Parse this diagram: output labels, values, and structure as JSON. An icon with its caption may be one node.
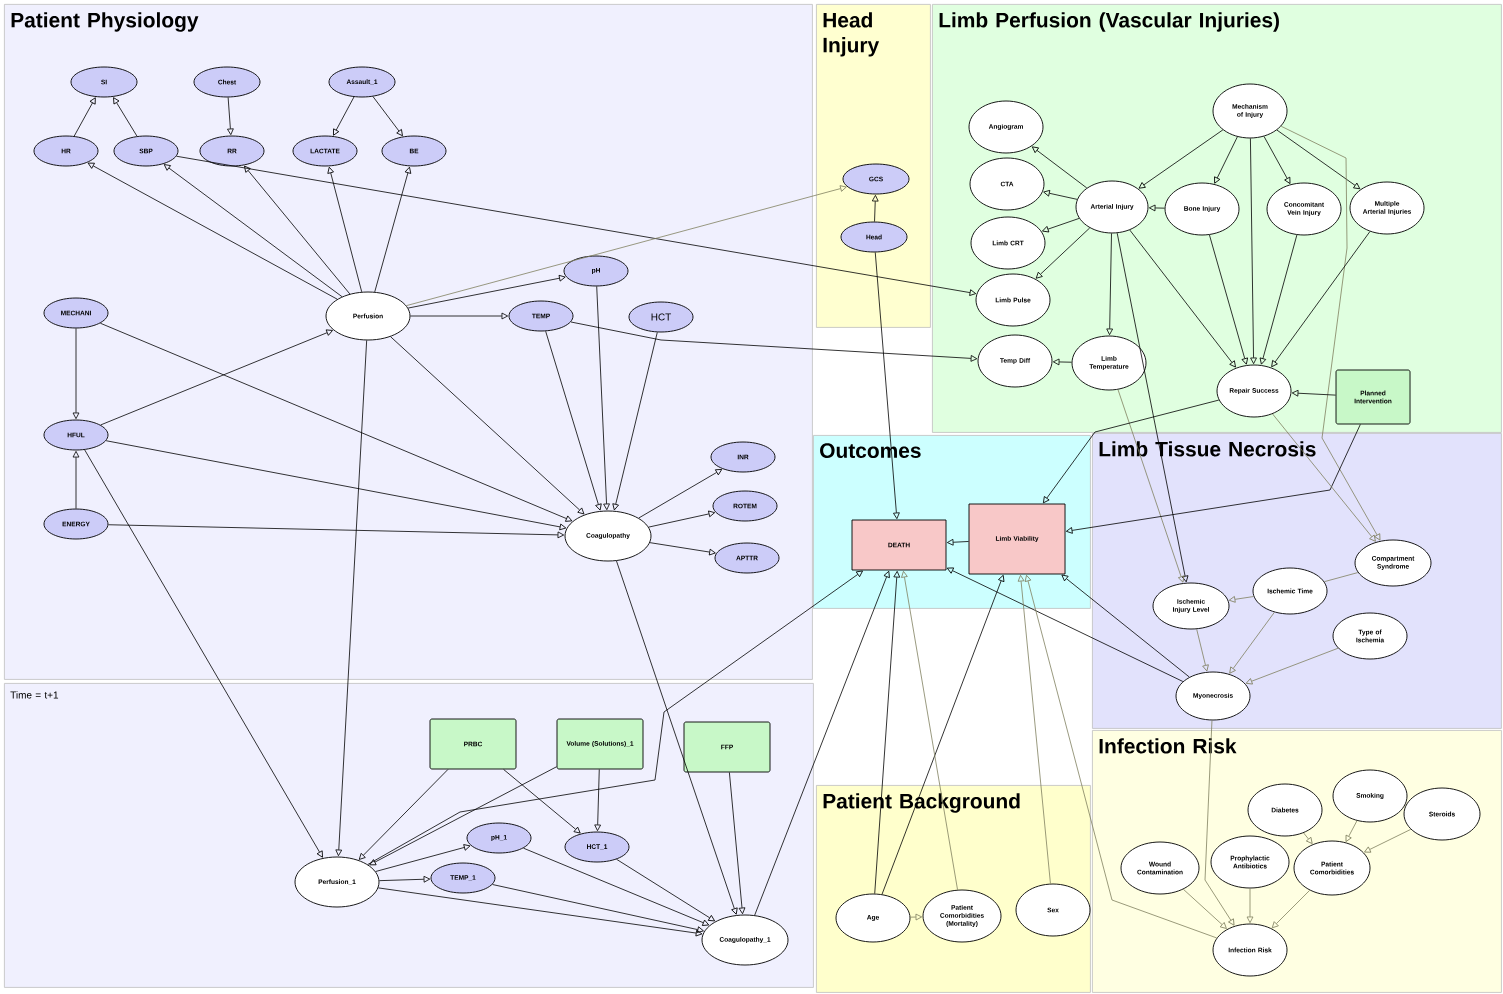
{
  "diagram": {
    "nodes": [
      {
        "text": [
          "Patient Physiology"
        ]
      },
      {
        "text": [
          "Head Injury"
        ]
      },
      {
        "text": [
          "Limb Perfusion (Vascular Injuries)"
        ]
      },
      {
        "text": [
          "Outcomes"
        ]
      },
      {
        "text": [
          "Limb Tissue Necrosis"
        ]
      },
      {
        "text": [
          "Time = t+1"
        ]
      },
      {
        "text": [
          "Patient Background"
        ]
      },
      {
        "text": [
          "Infection Risk"
        ]
      },
      {
        "text": [
          "SI"
        ],
        "in": 0
      },
      {
        "text": [
          "Chest"
        ],
        "in": 0
      },
      {
        "text": [
          "Assault_1"
        ],
        "in": 0
      },
      {
        "text": [
          "HR"
        ],
        "in": 0
      },
      {
        "text": [
          "SBP"
        ],
        "in": 0
      },
      {
        "text": [
          "RR"
        ],
        "in": 0
      },
      {
        "text": [
          "LACTATE"
        ],
        "in": 0
      },
      {
        "text": [
          "BE"
        ],
        "in": 0
      },
      {
        "text": [
          "pH"
        ],
        "in": 0
      },
      {
        "text": [
          "MECHANI"
        ],
        "in": 0
      },
      {
        "text": [
          "Perfusion"
        ],
        "in": 0
      },
      {
        "text": [
          "TEMP"
        ],
        "in": 0
      },
      {
        "text": [
          "HCT"
        ],
        "in": 0
      },
      {
        "text": [
          "HFUL"
        ],
        "in": 0
      },
      {
        "text": [
          "INR"
        ],
        "in": 0
      },
      {
        "text": [
          "ROTEM"
        ],
        "in": 0
      },
      {
        "text": [
          "ENERGY"
        ],
        "in": 0
      },
      {
        "text": [
          "Coagulopathy"
        ],
        "in": 0
      },
      {
        "text": [
          "APTTR"
        ],
        "in": 0
      },
      {
        "text": [
          "GCS"
        ],
        "in": 1
      },
      {
        "text": [
          "Head"
        ],
        "in": 1
      },
      {
        "text": [
          "Mechanism of Injury"
        ],
        "in": 2
      },
      {
        "text": [
          "Angiogram"
        ],
        "in": 2
      },
      {
        "text": [
          "CTA"
        ],
        "in": 2
      },
      {
        "text": [
          "Arterial Injury"
        ],
        "in": 2
      },
      {
        "text": [
          "Bone Injury"
        ],
        "in": 2
      },
      {
        "text": [
          "Concomitant Vein Injury"
        ],
        "in": 2
      },
      {
        "text": [
          "Multiple Arterial Injuries"
        ],
        "in": 2
      },
      {
        "text": [
          "Limb CRT"
        ],
        "in": 2
      },
      {
        "text": [
          "Limb Pulse"
        ],
        "in": 2
      },
      {
        "text": [
          "Temp Diff"
        ],
        "in": 2
      },
      {
        "text": [
          "Limb Temperature"
        ],
        "in": 2
      },
      {
        "text": [
          "Repair Success"
        ],
        "in": 2
      },
      {
        "text": [
          "Planned Intervention"
        ],
        "in": 2
      },
      {
        "text": [
          "DEATH"
        ],
        "in": 3
      },
      {
        "text": [
          "Limb Viability"
        ],
        "in": 3
      },
      {
        "text": [
          "Compartment Syndrome"
        ],
        "in": 4
      },
      {
        "text": [
          "Ischemic Time"
        ],
        "in": 4
      },
      {
        "text": [
          "Ischemic Injury Level"
        ],
        "in": 4
      },
      {
        "text": [
          "Type of Ischemia"
        ],
        "in": 4
      },
      {
        "text": [
          "Myonecrosis"
        ],
        "in": 4
      },
      {
        "text": [
          "PRBC"
        ],
        "in": 5
      },
      {
        "text": [
          "Volume (Solutions)_1"
        ],
        "in": 5
      },
      {
        "text": [
          "FFP"
        ],
        "in": 5
      },
      {
        "text": [
          "pH_1"
        ],
        "in": 5
      },
      {
        "text": [
          "HCT_1"
        ],
        "in": 5
      },
      {
        "text": [
          "Perfusion_1"
        ],
        "in": 5
      },
      {
        "text": [
          "TEMP_1"
        ],
        "in": 5
      },
      {
        "text": [
          "Coagulopathy_1"
        ],
        "in": 5
      },
      {
        "text": [
          "Age"
        ],
        "in": 6
      },
      {
        "text": [
          "Patient Comorbidities (Mortality)"
        ],
        "in": 6
      },
      {
        "text": [
          "Sex"
        ],
        "in": 6
      },
      {
        "text": [
          "Smoking"
        ],
        "in": 7
      },
      {
        "text": [
          "Diabetes"
        ],
        "in": 7
      },
      {
        "text": [
          "Steroids"
        ],
        "in": 7
      },
      {
        "text": [
          "Wound Contamination"
        ],
        "in": 7
      },
      {
        "text": [
          "Prophylactic Antibiotics"
        ],
        "in": 7
      },
      {
        "text": [
          "Patient Comorbidities"
        ],
        "in": 7
      },
      {
        "text": [
          "Infection Risk"
        ],
        "in": 7
      }
    ],
    "edges": [
      {
        "from": 11,
        "to": 8,
        "arrow": "to"
      },
      {
        "from": 12,
        "to": 8,
        "arrow": "to"
      },
      {
        "from": 9,
        "to": 13,
        "arrow": "to"
      },
      {
        "from": 10,
        "to": 14,
        "arrow": "to"
      },
      {
        "from": 10,
        "to": 15,
        "arrow": "to"
      },
      {
        "from": 18,
        "to": 11,
        "arrow": "to"
      },
      {
        "from": 18,
        "to": 12,
        "arrow": "to"
      },
      {
        "from": 18,
        "to": 13,
        "arrow": "to"
      },
      {
        "from": 18,
        "to": 14,
        "arrow": "to"
      },
      {
        "from": 18,
        "to": 15,
        "arrow": "to"
      },
      {
        "from": 12,
        "to": 37,
        "arrow": "to"
      },
      {
        "from": 18,
        "to": 16,
        "arrow": "to"
      },
      {
        "from": 18,
        "to": 27,
        "arrow": "to",
        "color": "#808060"
      },
      {
        "from": 18,
        "to": 19,
        "arrow": "to"
      },
      {
        "from": 19,
        "to": 38,
        "arrow": "to"
      },
      {
        "from": 17,
        "to": 21,
        "arrow": "to"
      },
      {
        "from": 24,
        "to": 21,
        "arrow": "to"
      },
      {
        "from": 21,
        "to": 18,
        "arrow": "to"
      },
      {
        "from": 17,
        "to": 25,
        "arrow": "to"
      },
      {
        "from": 21,
        "to": 25,
        "arrow": "to"
      },
      {
        "from": 24,
        "to": 25,
        "arrow": "to"
      },
      {
        "from": 18,
        "to": 25,
        "arrow": "to"
      },
      {
        "from": 19,
        "to": 25,
        "arrow": "to"
      },
      {
        "from": 16,
        "to": 25,
        "arrow": "to"
      },
      {
        "from": 20,
        "to": 25,
        "arrow": "to"
      },
      {
        "from": 25,
        "to": 22,
        "arrow": "to"
      },
      {
        "from": 25,
        "to": 23,
        "arrow": "to"
      },
      {
        "from": 25,
        "to": 26,
        "arrow": "to"
      },
      {
        "from": 21,
        "to": 54,
        "arrow": "to"
      },
      {
        "from": 18,
        "to": 54,
        "arrow": "to"
      },
      {
        "from": 25,
        "to": 56,
        "arrow": "to"
      },
      {
        "from": 28,
        "to": 27,
        "arrow": "to"
      },
      {
        "from": 28,
        "to": 42,
        "arrow": "to"
      },
      {
        "from": 50,
        "to": 54,
        "arrow": "to"
      },
      {
        "from": 54,
        "to": 42,
        "arrow": "to"
      },
      {
        "from": 49,
        "to": 54,
        "arrow": "to"
      },
      {
        "from": 49,
        "to": 53,
        "arrow": "to"
      },
      {
        "from": 50,
        "to": 53,
        "arrow": "to"
      },
      {
        "from": 51,
        "to": 56,
        "arrow": "to"
      },
      {
        "from": 54,
        "to": 52,
        "arrow": "to"
      },
      {
        "from": 54,
        "to": 55,
        "arrow": "to"
      },
      {
        "from": 54,
        "to": 56,
        "arrow": "to"
      },
      {
        "from": 52,
        "to": 56,
        "arrow": "to"
      },
      {
        "from": 55,
        "to": 56,
        "arrow": "to"
      },
      {
        "from": 53,
        "to": 56,
        "arrow": "to"
      },
      {
        "from": 56,
        "to": 42,
        "arrow": "to"
      },
      {
        "from": 29,
        "to": 32,
        "arrow": "to"
      },
      {
        "from": 29,
        "to": 33,
        "arrow": "to"
      },
      {
        "from": 29,
        "to": 34,
        "arrow": "to"
      },
      {
        "from": 29,
        "to": 35,
        "arrow": "to"
      },
      {
        "from": 29,
        "to": 40,
        "arrow": "to"
      },
      {
        "from": 29,
        "to": 44,
        "arrow": "to",
        "color": "#808060"
      },
      {
        "from": 32,
        "to": 30,
        "arrow": "to"
      },
      {
        "from": 32,
        "to": 31,
        "arrow": "to"
      },
      {
        "from": 32,
        "to": 36,
        "arrow": "to"
      },
      {
        "from": 32,
        "to": 37,
        "arrow": "to"
      },
      {
        "from": 32,
        "to": 39,
        "arrow": "to"
      },
      {
        "from": 32,
        "to": 40,
        "arrow": "to"
      },
      {
        "from": 32,
        "to": 46,
        "arrow": "to"
      },
      {
        "from": 33,
        "to": 32,
        "arrow": "to"
      },
      {
        "from": 33,
        "to": 40,
        "arrow": "to"
      },
      {
        "from": 34,
        "to": 40,
        "arrow": "to"
      },
      {
        "from": 35,
        "to": 40,
        "arrow": "to"
      },
      {
        "from": 39,
        "to": 38,
        "arrow": "to"
      },
      {
        "from": 39,
        "to": 46,
        "arrow": "to",
        "color": "#808060"
      },
      {
        "from": 41,
        "to": 40,
        "arrow": "to"
      },
      {
        "from": 41,
        "to": 43,
        "arrow": "to"
      },
      {
        "from": 40,
        "to": 43,
        "arrow": "to"
      },
      {
        "from": 40,
        "to": 44,
        "arrow": "to",
        "color": "#808060"
      },
      {
        "from": 43,
        "to": 42,
        "arrow": "to"
      },
      {
        "from": 44,
        "to": 45,
        "arrow": "none",
        "color": "#808060"
      },
      {
        "from": 45,
        "to": 46,
        "arrow": "to",
        "color": "#808060"
      },
      {
        "from": 45,
        "to": 48,
        "arrow": "to",
        "color": "#808060"
      },
      {
        "from": 46,
        "to": 48,
        "arrow": "to",
        "color": "#808060"
      },
      {
        "from": 47,
        "to": 48,
        "arrow": "to",
        "color": "#808060"
      },
      {
        "from": 48,
        "to": 42,
        "arrow": "to"
      },
      {
        "from": 48,
        "to": 43,
        "arrow": "to"
      },
      {
        "from": 48,
        "to": 66,
        "arrow": "to",
        "color": "#808060"
      },
      {
        "from": 66,
        "to": 43,
        "arrow": "to",
        "color": "#808060"
      },
      {
        "from": 63,
        "to": 66,
        "arrow": "to",
        "color": "#808060"
      },
      {
        "from": 64,
        "to": 66,
        "arrow": "to",
        "color": "#808060"
      },
      {
        "from": 65,
        "to": 66,
        "arrow": "to",
        "color": "#808060"
      },
      {
        "from": 61,
        "to": 65,
        "arrow": "to",
        "color": "#808060"
      },
      {
        "from": 60,
        "to": 65,
        "arrow": "to",
        "color": "#808060"
      },
      {
        "from": 62,
        "to": 65,
        "arrow": "to",
        "color": "#808060"
      },
      {
        "from": 57,
        "to": 58,
        "arrow": "to",
        "color": "#808060"
      },
      {
        "from": 57,
        "to": 42,
        "arrow": "to"
      },
      {
        "from": 57,
        "to": 43,
        "arrow": "to"
      },
      {
        "from": 58,
        "to": 42,
        "arrow": "to",
        "color": "#808060"
      },
      {
        "from": 59,
        "to": 43,
        "arrow": "to",
        "color": "#808060"
      }
    ]
  }
}
